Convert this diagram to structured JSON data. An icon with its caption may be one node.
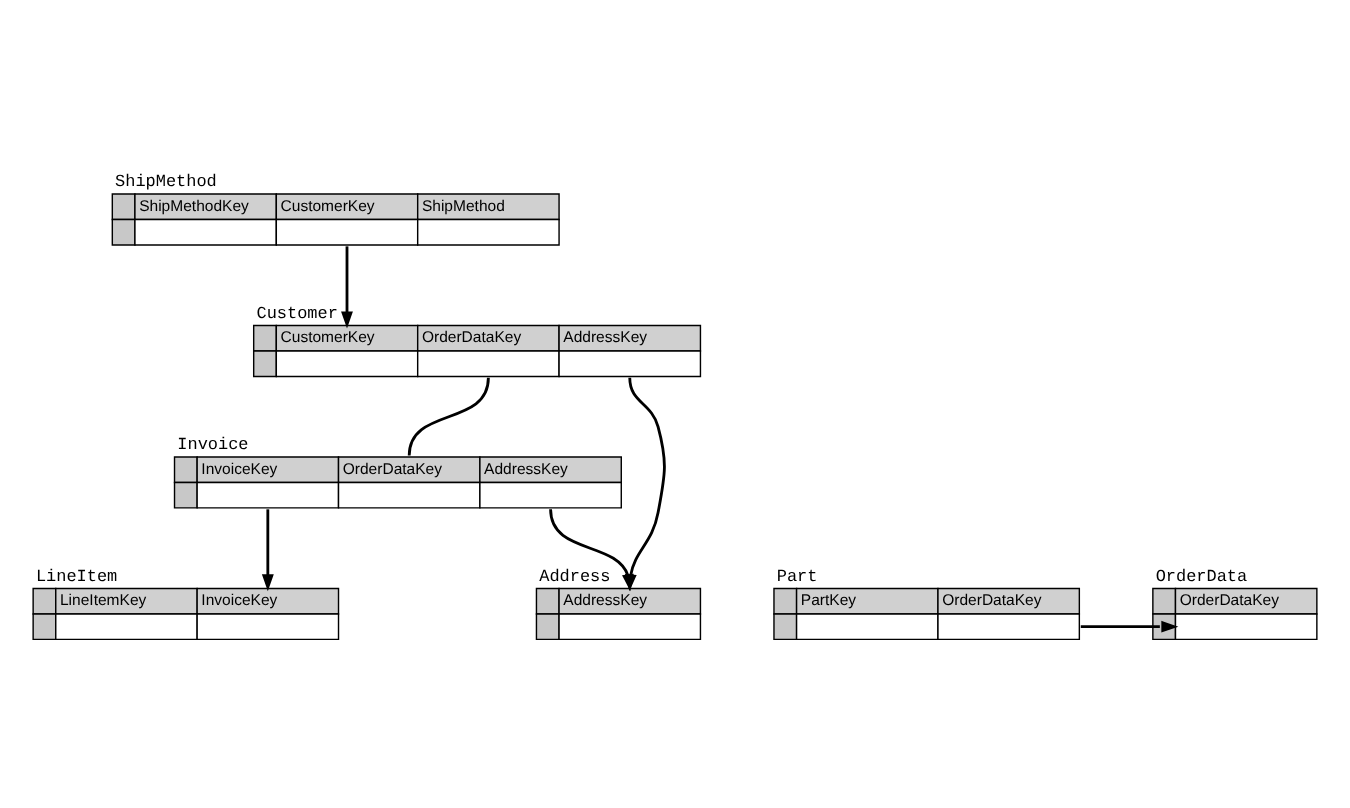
{
  "diagram": {
    "nodes": [
      {
        "text": [
          "ShipMethod",
          "ShipMethodKey",
          "CustomerKey",
          "ShipMethod"
        ]
      },
      {
        "text": [
          "Customer",
          "CustomerKey",
          "OrderDataKey",
          "AddressKey"
        ]
      },
      {
        "text": [
          "Part",
          "PartKey",
          "OrderDataKey"
        ]
      },
      {
        "text": [
          "OrderData",
          "OrderDataKey"
        ]
      },
      {
        "text": [
          "Address",
          "AddressKey"
        ]
      },
      {
        "text": [
          "Invoice",
          "InvoiceKey",
          "OrderDataKey",
          "AddressKey"
        ]
      },
      {
        "text": [
          "LineItem",
          "LineItemKey",
          "InvoiceKey"
        ]
      }
    ],
    "edges": [
      {
        "from": 0,
        "to": 1,
        "arrow": "to"
      },
      {
        "from": 1,
        "to": 5,
        "arrow": "none"
      },
      {
        "from": 1,
        "to": 4,
        "arrow": "to"
      },
      {
        "from": 2,
        "to": 3,
        "arrow": "to"
      },
      {
        "from": 5,
        "to": 4,
        "arrow": "to"
      },
      {
        "from": 5,
        "to": 6,
        "arrow": "to"
      }
    ]
  }
}
